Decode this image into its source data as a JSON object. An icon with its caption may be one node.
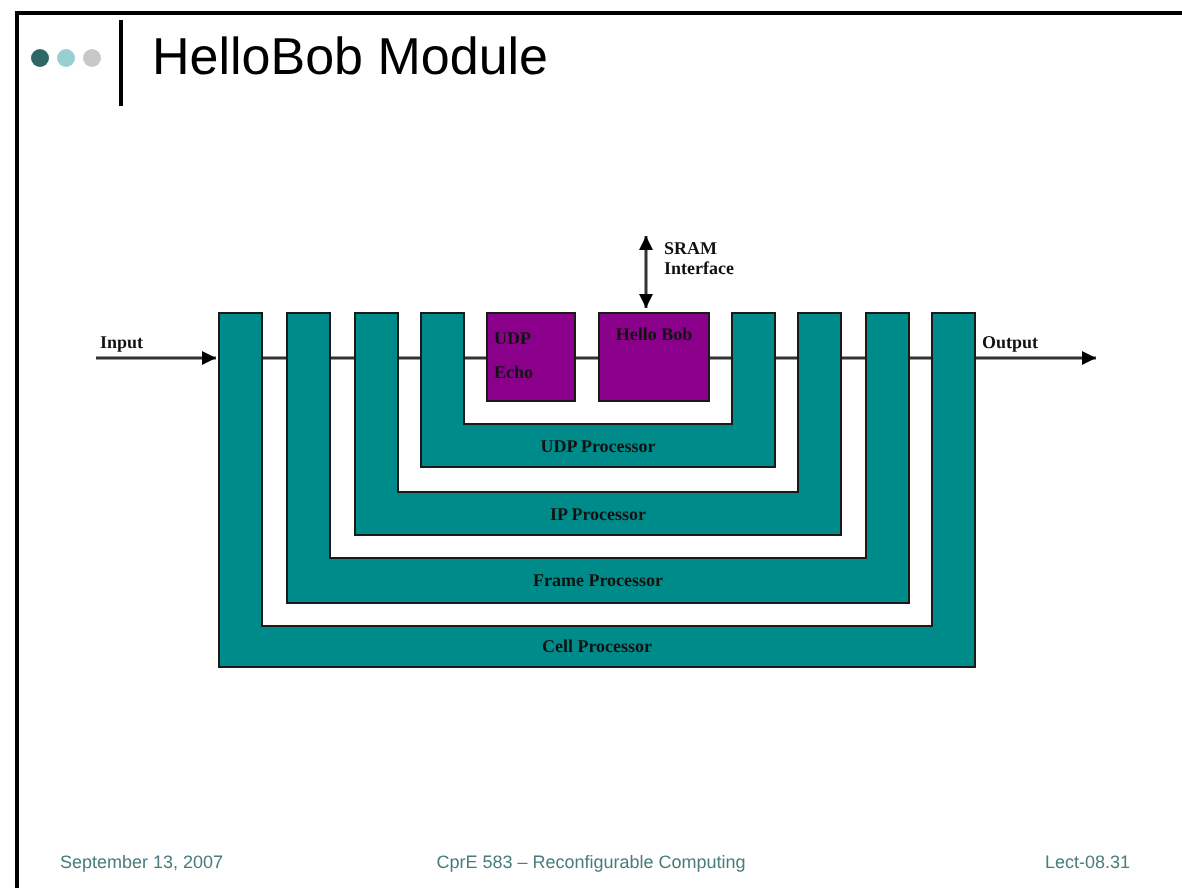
{
  "diagram": {
    "title": "HelloBob Module",
    "nodes": [
      {
        "text": [
          "Cell Processor"
        ]
      },
      {
        "text": [
          "Frame Processor"
        ],
        "in": 0
      },
      {
        "text": [
          "IP Processor"
        ],
        "in": 1
      },
      {
        "text": [
          "UDP Processor"
        ],
        "in": 2
      },
      {
        "text": [
          "UDP Echo"
        ],
        "in": 3
      },
      {
        "text": [
          "Hello Bob"
        ],
        "in": 3
      }
    ],
    "edges": [
      {
        "from": null,
        "to": 0,
        "arrow": "to",
        "label": "Input"
      },
      {
        "from": 0,
        "to": 1,
        "arrow": "none"
      },
      {
        "from": 1,
        "to": 2,
        "arrow": "none"
      },
      {
        "from": 2,
        "to": 3,
        "arrow": "none"
      },
      {
        "from": 3,
        "to": 4,
        "arrow": "none"
      },
      {
        "from": 4,
        "to": 5,
        "arrow": "none"
      },
      {
        "from": 5,
        "to": 3,
        "arrow": "none"
      },
      {
        "from": 3,
        "to": 2,
        "arrow": "none"
      },
      {
        "from": 2,
        "to": 1,
        "arrow": "none"
      },
      {
        "from": 1,
        "to": 0,
        "arrow": "none"
      },
      {
        "from": 0,
        "to": null,
        "arrow": "to",
        "label": "Output"
      },
      {
        "from": 5,
        "to": null,
        "arrow": "both",
        "label": "SRAM Interface"
      }
    ],
    "labels": [
      "September 13, 2007",
      "CprE 583 – Reconfigurable Computing",
      "Lect-08.31"
    ]
  }
}
